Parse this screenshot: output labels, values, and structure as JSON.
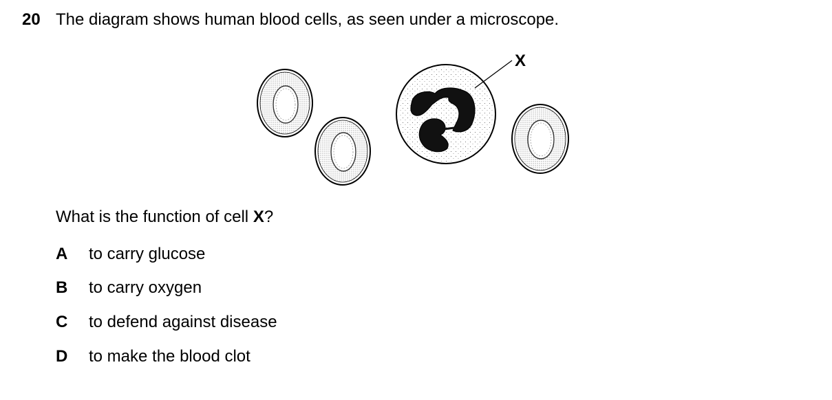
{
  "question": {
    "number": "20",
    "stem": "The diagram shows human blood cells, as seen under a microscope.",
    "prompt_before": "What is the function of cell ",
    "prompt_cell": "X",
    "prompt_after": "?"
  },
  "diagram": {
    "label_x": "X",
    "cells": [
      "red-blood-cell",
      "red-blood-cell",
      "white-blood-cell",
      "red-blood-cell"
    ]
  },
  "options": [
    {
      "letter": "A",
      "text": "to carry glucose"
    },
    {
      "letter": "B",
      "text": "to carry oxygen"
    },
    {
      "letter": "C",
      "text": "to defend against disease"
    },
    {
      "letter": "D",
      "text": "to make the blood clot"
    }
  ]
}
